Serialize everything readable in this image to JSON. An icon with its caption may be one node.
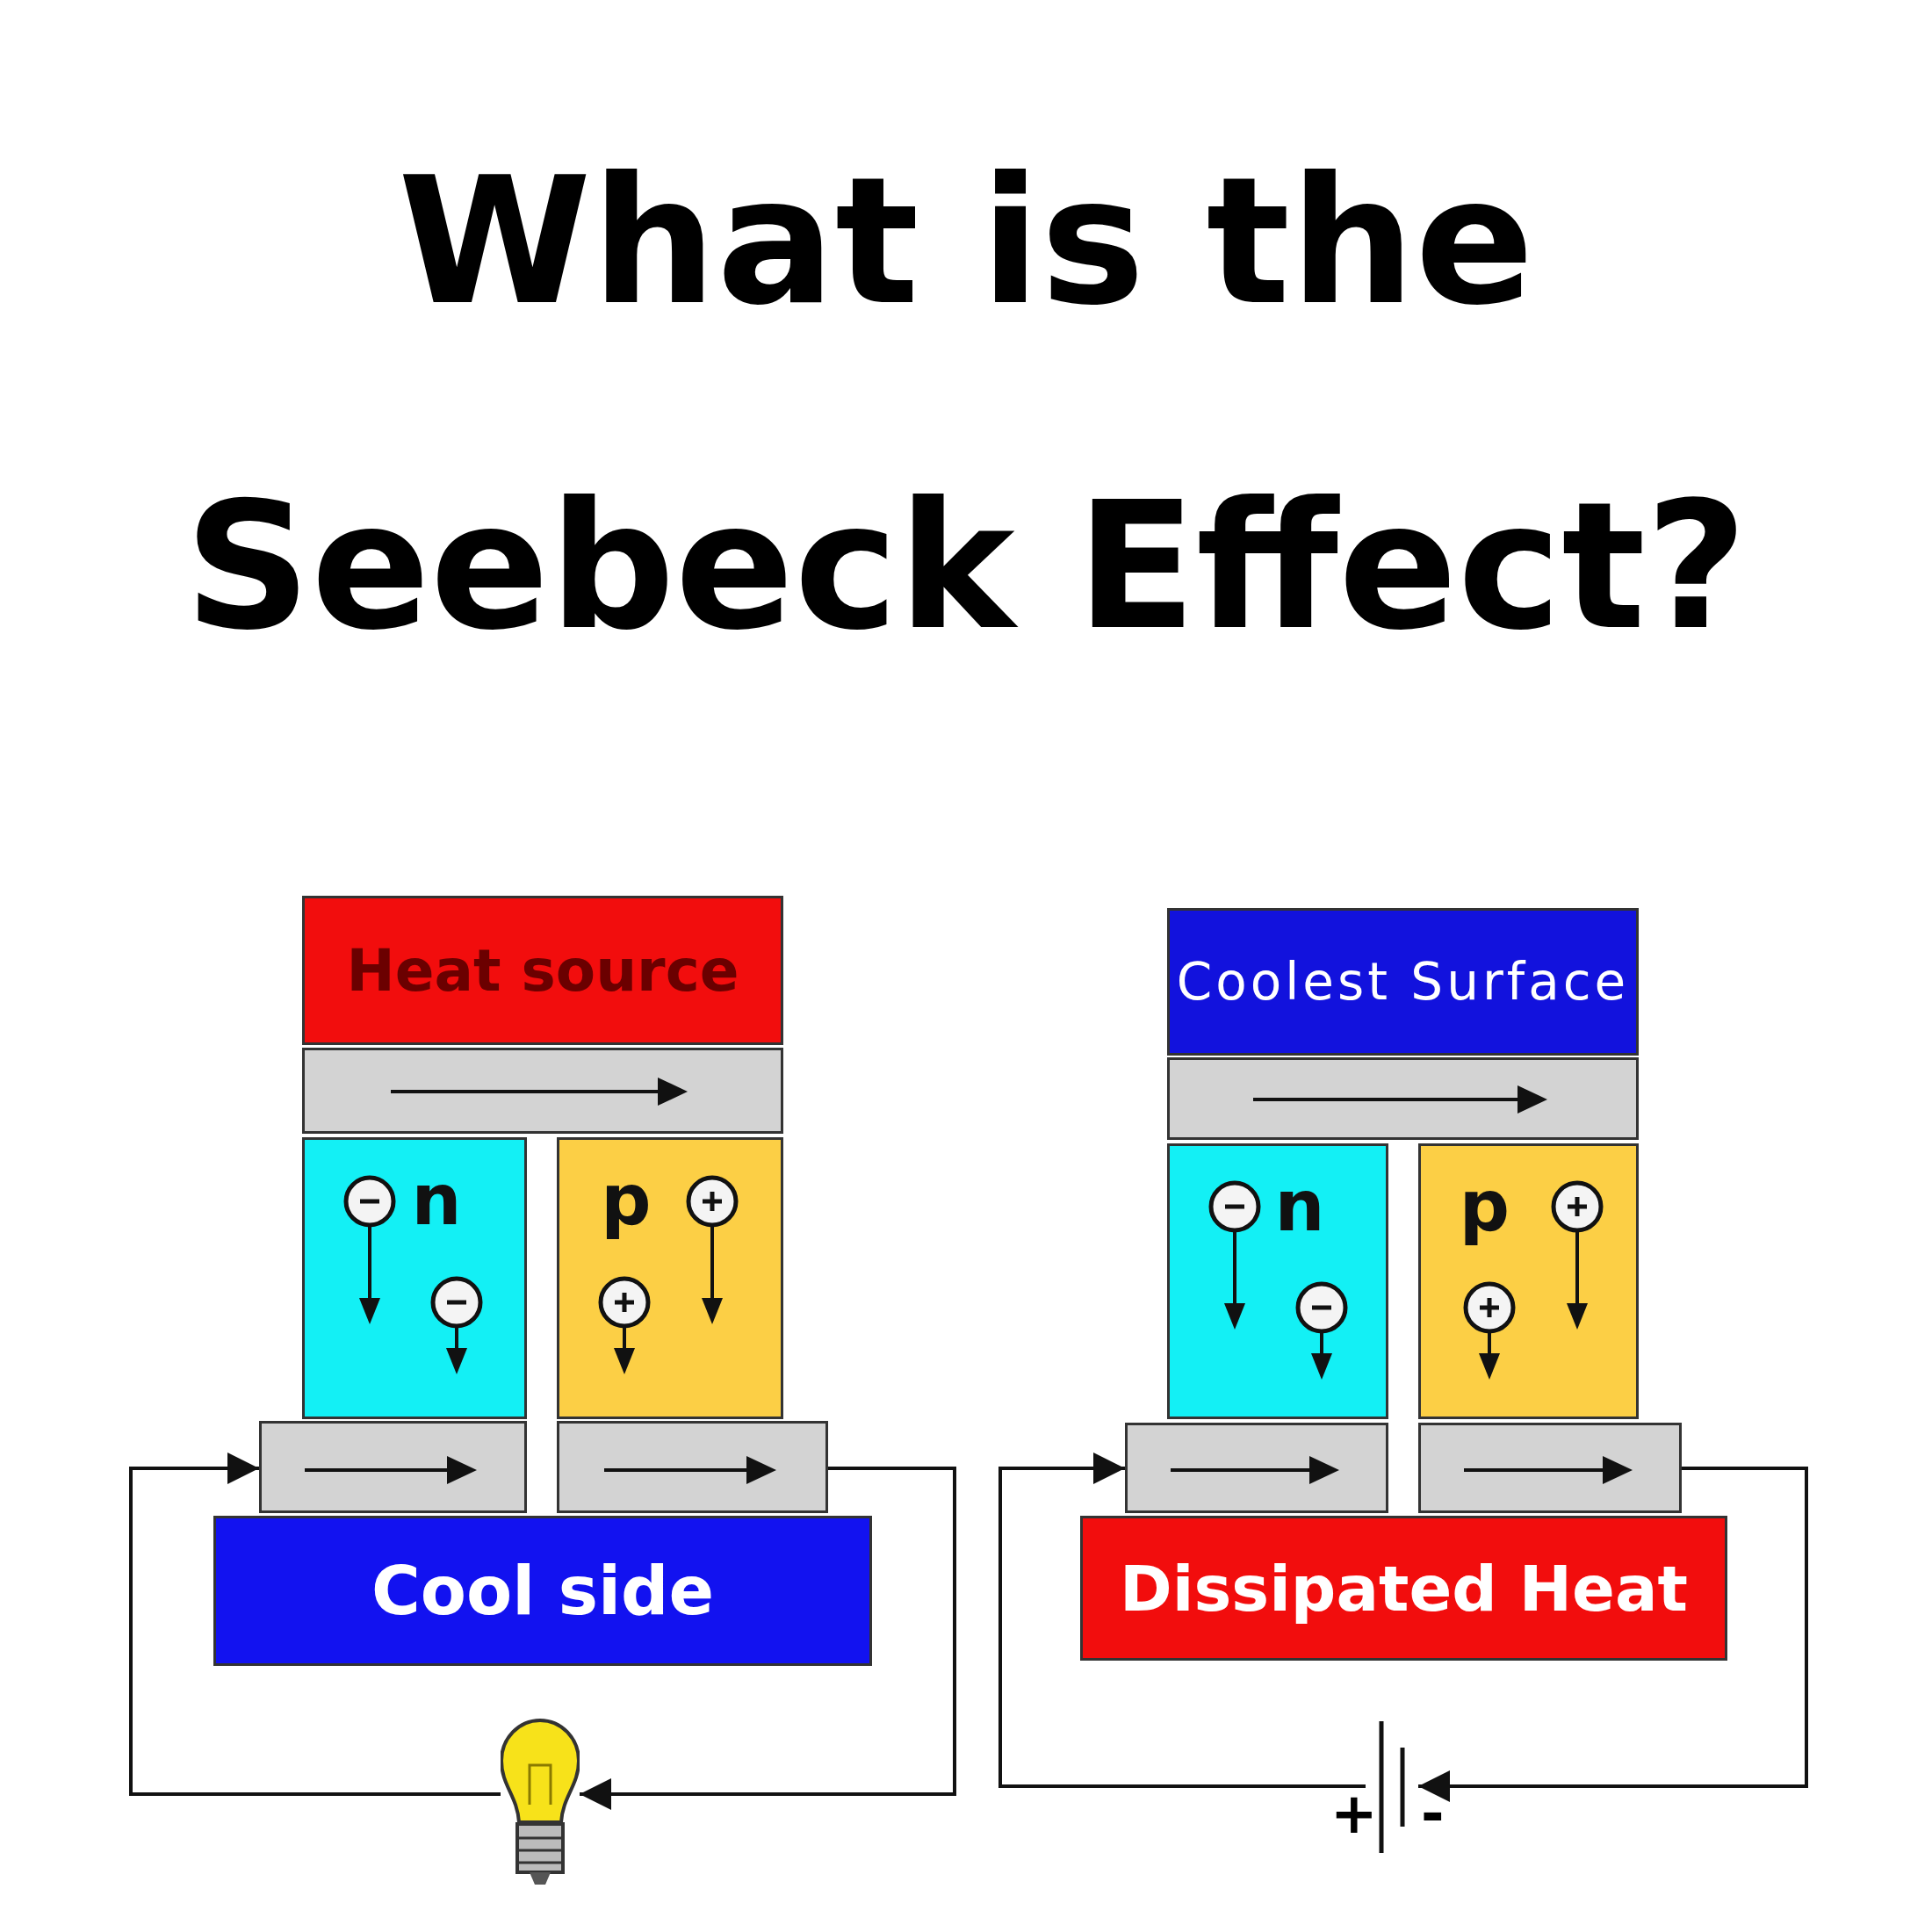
{
  "diagram": {
    "title": "What is the Seebeck Effect?",
    "nodes": [
      {
        "text": [
          "Heat source"
        ]
      },
      {
        "text": [],
        "shape": "box"
      },
      {
        "text": [
          "n"
        ]
      },
      {
        "text": [
          "p"
        ]
      },
      {
        "text": [],
        "shape": "box"
      },
      {
        "text": [],
        "shape": "box"
      },
      {
        "text": [
          "Cool side"
        ]
      },
      {
        "text": [],
        "shape": "bulb"
      },
      {
        "text": [
          "Coolest Surface"
        ]
      },
      {
        "text": [],
        "shape": "box"
      },
      {
        "text": [
          "n"
        ]
      },
      {
        "text": [
          "p"
        ]
      },
      {
        "text": [],
        "shape": "box"
      },
      {
        "text": [],
        "shape": "box"
      },
      {
        "text": [
          "Dissipated Heat"
        ]
      },
      {
        "text": [],
        "shape": "battery"
      }
    ],
    "edges": [
      {
        "from": 5,
        "to": 7,
        "arrow": "to"
      },
      {
        "from": 7,
        "to": 4,
        "arrow": "to"
      },
      {
        "from": 13,
        "to": 15,
        "arrow": "to"
      },
      {
        "from": 15,
        "to": 12,
        "arrow": "to"
      }
    ],
    "labels": [
      "+",
      "-"
    ]
  }
}
